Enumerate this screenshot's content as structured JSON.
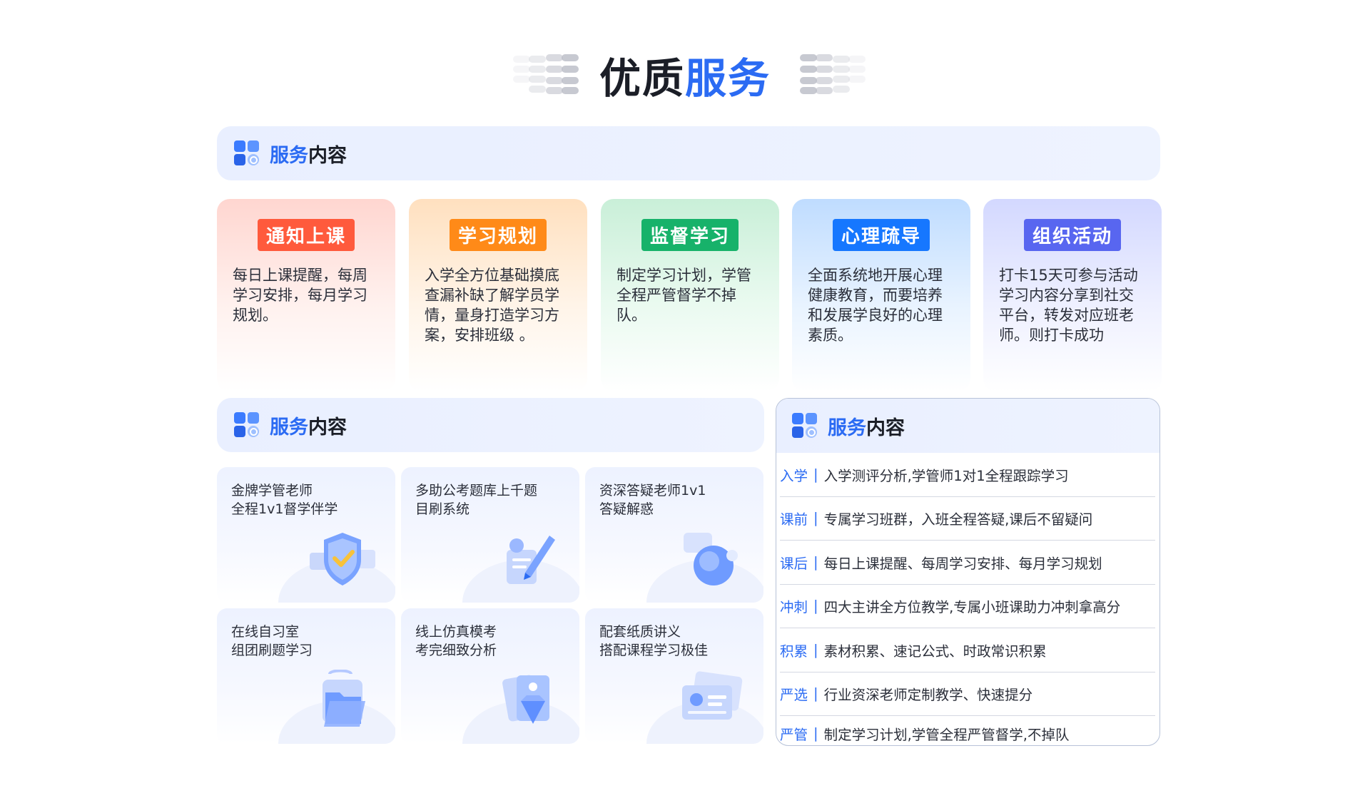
{
  "title": {
    "part1": "优质",
    "part2": "服务"
  },
  "section_header": {
    "part1": "服务",
    "part2": "内容"
  },
  "features": [
    {
      "tag": "通知上课",
      "desc": "每日上课提醒，每周学习安排，每月学习规划。"
    },
    {
      "tag": "学习规划",
      "desc": "入学全方位基础摸底查漏补缺了解学员学情，量身打造学习方案，安排班级 。"
    },
    {
      "tag": "监督学习",
      "desc": "制定学习计划，学管全程严管督学不掉队。"
    },
    {
      "tag": "心理疏导",
      "desc": "全面系统地开展心理健康教育，而要培养和发展学良好的心理素质。"
    },
    {
      "tag": "组织活动",
      "desc": "打卡15天可参与活动学习内容分享到社交平台，转发对应班老师。则打卡成功"
    }
  ],
  "services": [
    {
      "line1": "金牌学管老师",
      "line2": "全程1v1督学伴学",
      "icon": "shield-check-icon"
    },
    {
      "line1": "多助公考题库上千题",
      "line2": "目刷系统",
      "icon": "pen-doc-icon"
    },
    {
      "line1": "资深答疑老师1v1",
      "line2": "答疑解惑",
      "icon": "chat-bubble-icon"
    },
    {
      "line1": "在线自习室",
      "line2": "组团刷题学习",
      "icon": "folder-icon"
    },
    {
      "line1": "线上仿真模考",
      "line2": "考完细致分析",
      "icon": "diamond-card-icon"
    },
    {
      "line1": "配套纸质讲义",
      "line2": "搭配课程学习极佳",
      "icon": "id-card-icon"
    }
  ],
  "list": [
    {
      "key": "入学",
      "sep": "|",
      "value": "入学测评分析,学管师1对1全程跟踪学习"
    },
    {
      "key": "课前",
      "sep": "|",
      "value": "专属学习班群，入班全程答疑,课后不留疑问"
    },
    {
      "key": "课后",
      "sep": "|",
      "value": "每日上课提醒、每周学习安排、每月学习规划"
    },
    {
      "key": "冲刺",
      "sep": "|",
      "value": "四大主讲全方位教学,专属小班课助力冲刺拿高分"
    },
    {
      "key": "积累",
      "sep": "|",
      "value": "素材积累、速记公式、时政常识积累"
    },
    {
      "key": "严选",
      "sep": "|",
      "value": "行业资深老师定制教学、快速提分"
    },
    {
      "key": "严管",
      "sep": "|",
      "value": "制定学习计划,学管全程严管督学,不掉队"
    }
  ],
  "colors": {
    "accent": "#2b6bf3",
    "tag_red": "#ff5a3c",
    "tag_orange": "#ff8a18",
    "tag_green": "#17b26a",
    "tag_blue": "#1677ff",
    "tag_purple": "#5866f0"
  }
}
